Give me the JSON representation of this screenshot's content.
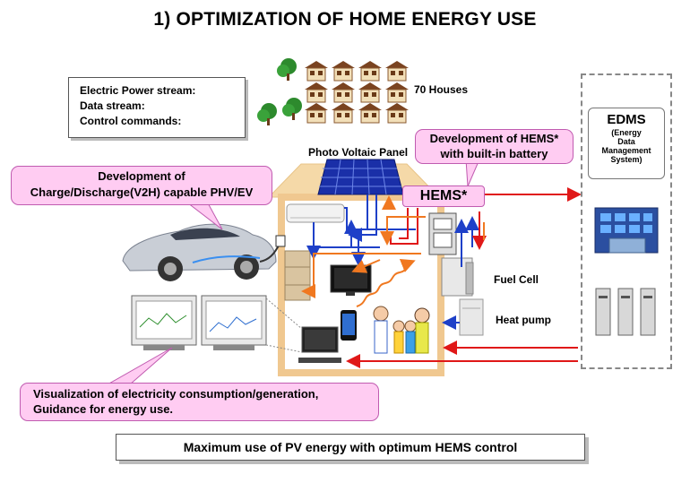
{
  "title": "1) OPTIMIZATION OF HOME ENERGY USE",
  "legend": {
    "items": [
      {
        "label": "Electric Power stream:",
        "color": "#1e40c8"
      },
      {
        "label": "Data stream:",
        "color": "#e01818"
      },
      {
        "label": "Control commands:",
        "color": "#f07820"
      }
    ]
  },
  "houses_label": "70 Houses",
  "pv_label": "Photo Voltaic Panel",
  "hems_callout": {
    "line1": "Development of HEMS*",
    "line2": "with built-in battery"
  },
  "hems_box": "HEMS*",
  "ev_callout": {
    "line1": "Development of",
    "line2": "Charge/Discharge(V2H) capable PHV/EV"
  },
  "edms": {
    "title": "EDMS",
    "sub": "(Energy\nData\nManagement\nSystem)"
  },
  "fuel_cell_label": "Fuel Cell",
  "heat_pump_label": "Heat pump",
  "vis_callout": {
    "line1": "Visualization of electricity consumption/generation,",
    "line2": "Guidance for energy use."
  },
  "bottom_text": "Maximum use of PV energy with optimum HEMS control",
  "colors": {
    "power": "#1e40c8",
    "data": "#e01818",
    "control": "#f07820",
    "house": "#f5d9a8",
    "callout": "#ffccf2"
  }
}
